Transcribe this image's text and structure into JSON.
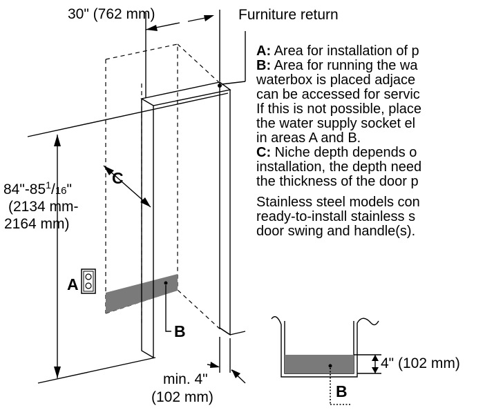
{
  "labels": {
    "width_dim": "30\" (762 mm)",
    "furniture_return": "Furniture return",
    "height_line1_a": "84\"-85",
    "height_line1_sup": "1",
    "height_line1_b": "/",
    "height_line1_sub": "16",
    "height_line1_c": "\"",
    "height_line2": "(2134 mm-",
    "height_line3": "2164 mm)",
    "letter_a": "A",
    "letter_b": "B",
    "letter_c": "C",
    "min_line1": "min. 4\"",
    "min_line2": "(102 mm)",
    "inset_dim": "4\" (102 mm)",
    "inset_b": "B"
  },
  "notes": {
    "a_key": "A:",
    "a_text": " Area for installation of p",
    "b_key": "B:",
    "b_text": " Area for running the wa",
    "line3": "waterbox is placed adjace",
    "line4": "can be accessed for servic",
    "line5": "If this is not possible, place",
    "line6": "the water supply socket el",
    "line7": "in areas A and B.",
    "c_key": "C:",
    "c_text": " Niche depth depends o",
    "line9": "installation, the depth need",
    "line10": "the thickness of the door p",
    "line11": "Stainless steel models con",
    "line12": "ready-to-install stainless s",
    "line13": "door swing and handle(s)."
  },
  "colors": {
    "shaded_area": "#7a7a7a",
    "line": "#000000"
  }
}
